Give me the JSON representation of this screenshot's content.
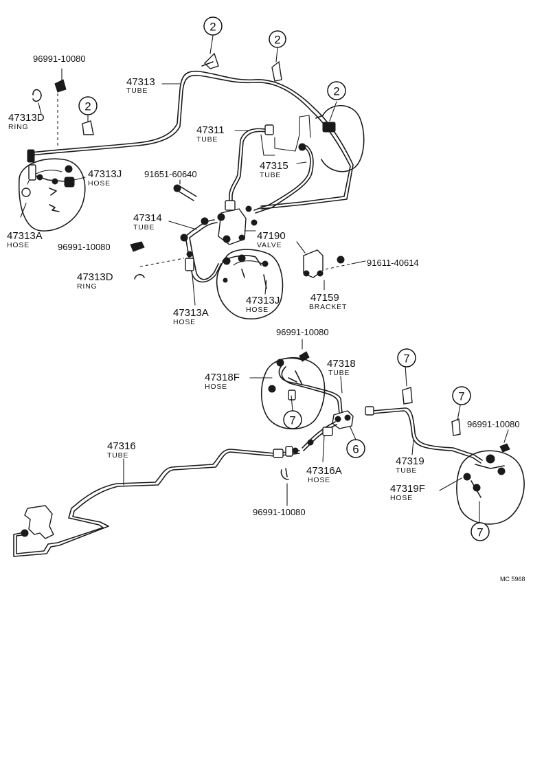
{
  "labels": {
    "p96991_a": "96991-10080",
    "p47313": "47313",
    "p47313_sub": "TUBE",
    "p47313D_a": "47313D",
    "p47313D_a_sub": "RING",
    "p47313J_a": "47313J",
    "p47313J_a_sub": "HOSE",
    "p47313A_a": "47313A",
    "p47313A_a_sub": "HOSE",
    "p47311": "47311",
    "p47311_sub": "TUBE",
    "p47315": "47315",
    "p47315_sub": "TUBE",
    "p91651": "91651-60640",
    "p47314": "47314",
    "p47314_sub": "TUBE",
    "p96991_b": "96991-10080",
    "p47190": "47190",
    "p47190_sub": "VALVE",
    "p91611": "91611-40614",
    "p47313D_b": "47313D",
    "p47313D_b_sub": "RING",
    "p47159": "47159",
    "p47159_sub": "BRACKET",
    "p47313J_b": "47313J",
    "p47313J_b_sub": "HOSE",
    "p47313A_b": "47313A",
    "p47313A_b_sub": "HOSE",
    "p96991_c": "96991-10080",
    "p47318": "47318",
    "p47318_sub": "TUBE",
    "p47318F": "47318F",
    "p47318F_sub": "HOSE",
    "p47316": "47316",
    "p47316_sub": "TUBE",
    "p47316A": "47316A",
    "p47316A_sub": "HOSE",
    "p96991_d": "96991-10080",
    "p47319": "47319",
    "p47319_sub": "TUBE",
    "p96991_e": "96991-10080",
    "p47319F": "47319F",
    "p47319F_sub": "HOSE",
    "ref_code": "MC 5968"
  },
  "callouts": {
    "c1": "2",
    "c2": "2",
    "c3": "2",
    "c4": "2",
    "c5": "7",
    "c6": "6",
    "c7": "7",
    "c8": "7",
    "c9": "7"
  }
}
